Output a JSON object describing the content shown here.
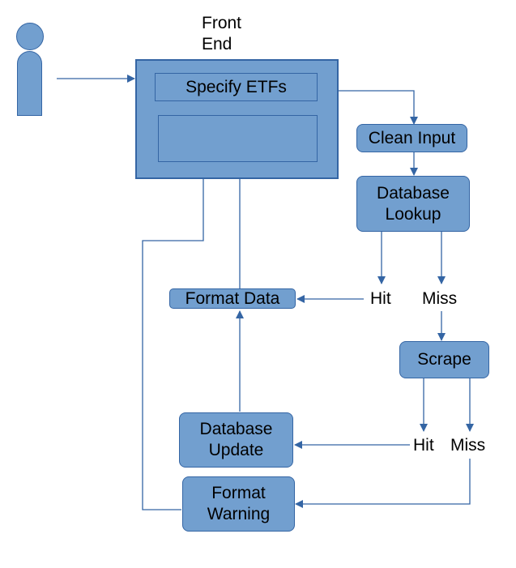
{
  "diagram": {
    "frontend_title": "Front\nEnd",
    "specify_etfs": "Specify ETFs",
    "clean_input": "Clean Input",
    "database_lookup": "Database\nLookup",
    "lookup_hit": "Hit",
    "lookup_miss": "Miss",
    "format_data": "Format Data",
    "scrape": "Scrape",
    "scrape_hit": "Hit",
    "scrape_miss": "Miss",
    "database_update": "Database\nUpdate",
    "format_warning": "Format\nWarning"
  },
  "colors": {
    "box_fill": "#729fcf",
    "box_border": "#3465a4",
    "arrow": "#3465a4",
    "text": "#000000"
  }
}
